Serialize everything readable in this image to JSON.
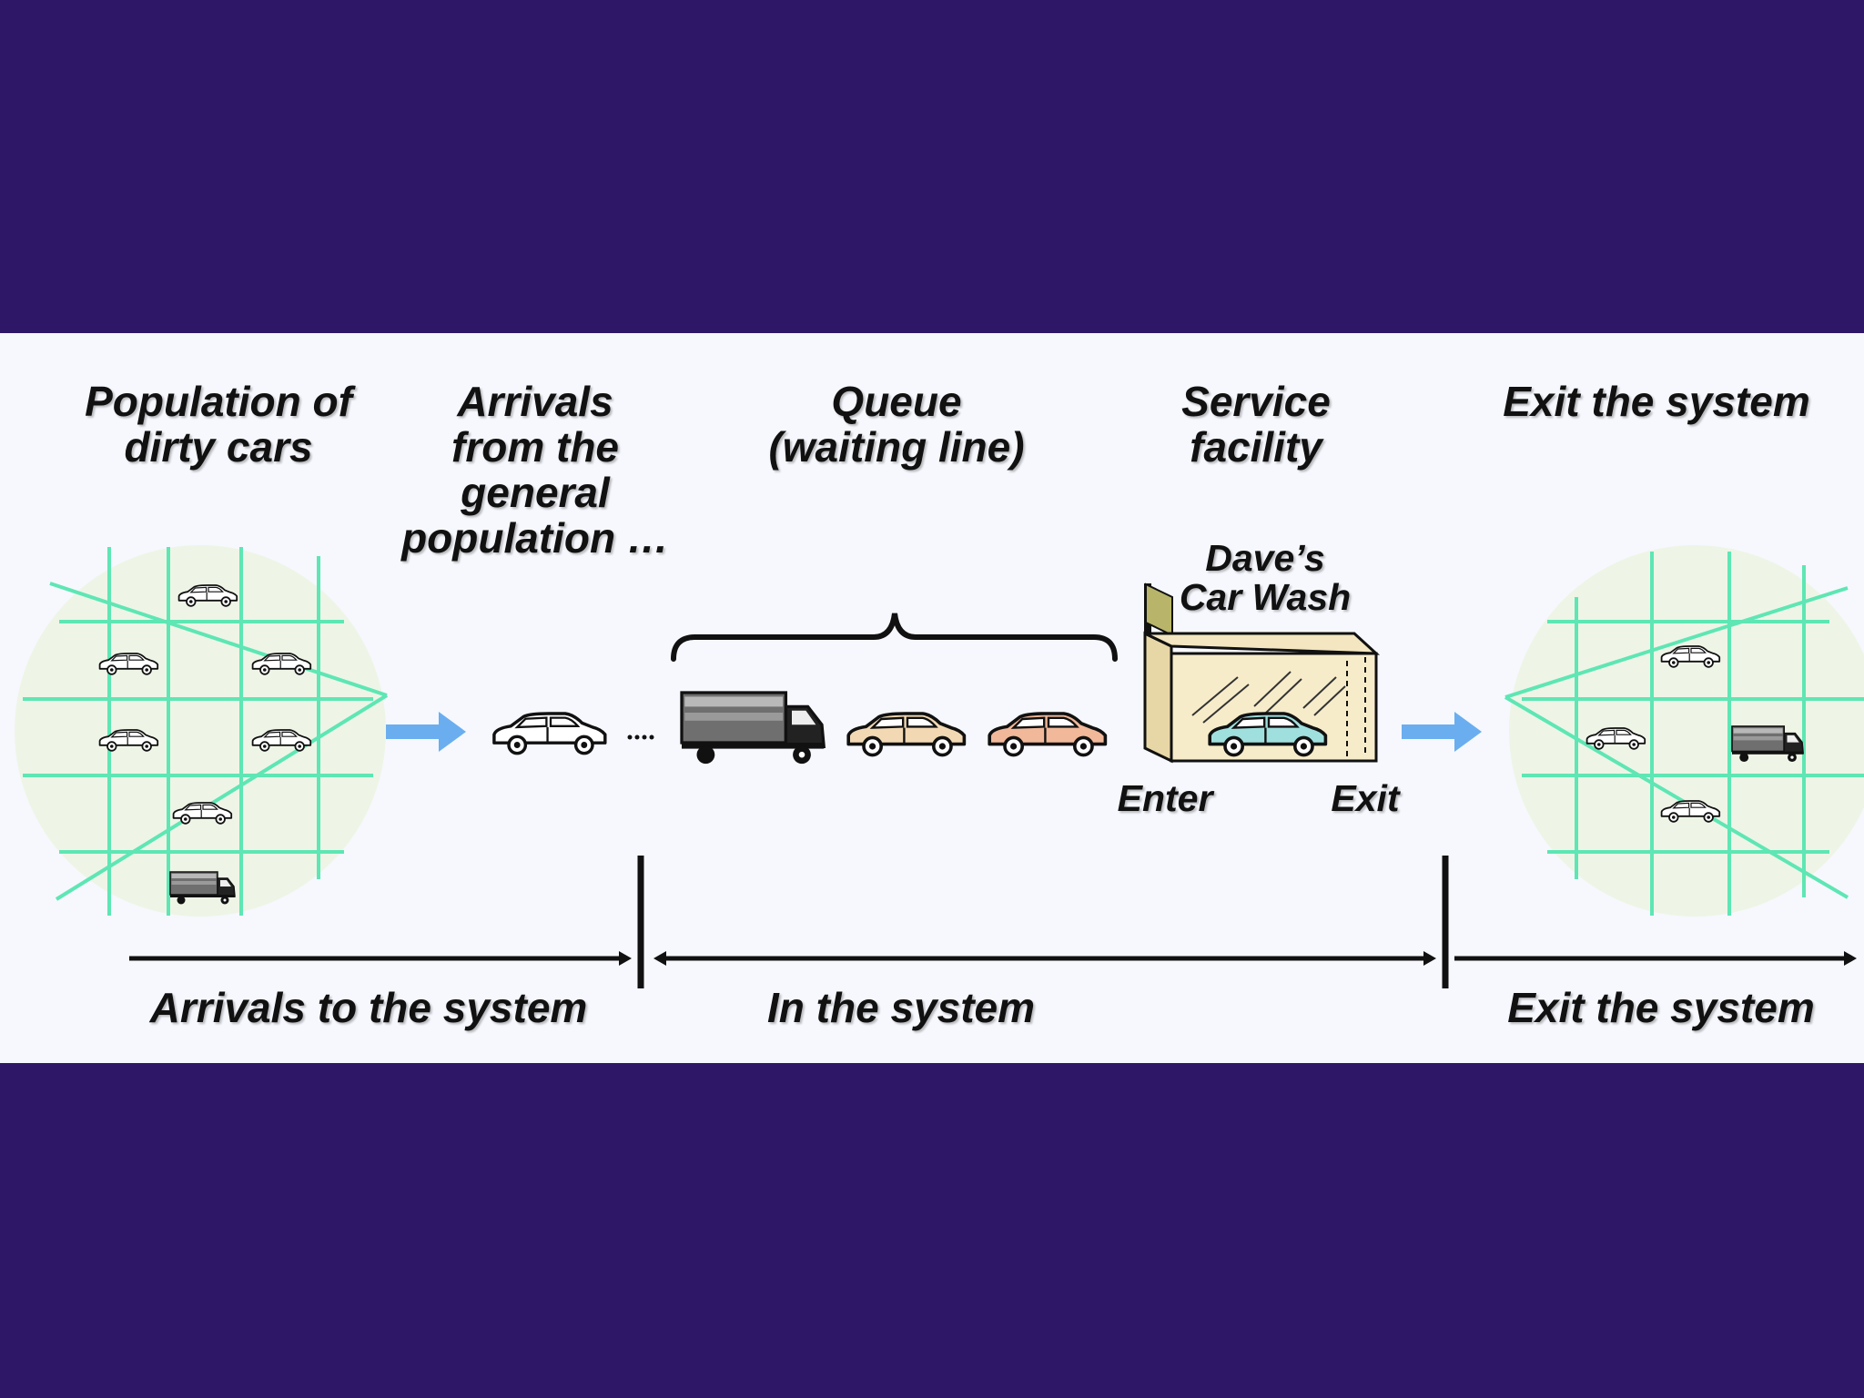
{
  "headings": {
    "population": "Population of\ndirty cars",
    "arrivals": "Arrivals\nfrom the\ngeneral\npopulation …",
    "queue": "Queue\n(waiting line)",
    "service": "Service\nfacility",
    "exit_top": "Exit the system"
  },
  "facility": {
    "sign": "Dave’s\nCar Wash",
    "enter": "Enter",
    "exit": "Exit"
  },
  "bottom": {
    "arrivals_to_system": "Arrivals to the system",
    "in_system": "In the system",
    "exit_system": "Exit the system"
  },
  "colors": {
    "background": "#2e1766",
    "panel": "#f6f8fd",
    "grid": "#5ee6b4",
    "circle_fill": "#eef5e6",
    "flow_arrow": "#6aaef0",
    "car_tan": "#f2d9b3",
    "car_salmon": "#f1b89a",
    "car_teal": "#9fe0de",
    "facility": "#f7e9c4",
    "sign": "#b8b56a"
  },
  "icons": [
    "car-icon",
    "truck-icon",
    "flow-arrow-icon",
    "queue-brace-icon",
    "car-wash-building-icon"
  ]
}
